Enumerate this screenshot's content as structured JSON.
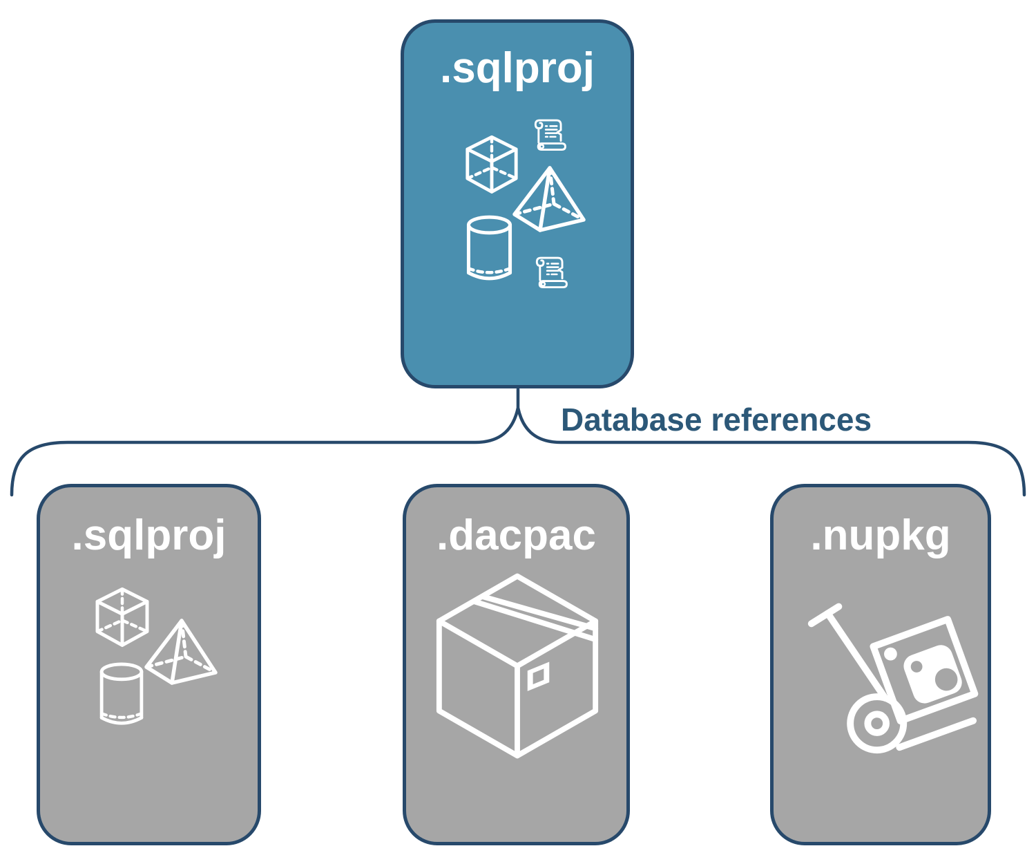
{
  "connector": {
    "label": "Database references"
  },
  "nodes": {
    "root": {
      "label": ".sqlproj",
      "icons": [
        "cube-icon",
        "scroll-icon",
        "pyramid-icon",
        "database-cylinder-icon",
        "scroll-icon"
      ]
    },
    "children": [
      {
        "label": ".sqlproj",
        "icons": [
          "cube-icon",
          "pyramid-icon",
          "database-cylinder-icon"
        ]
      },
      {
        "label": ".dacpac",
        "icons": [
          "package-box-icon"
        ]
      },
      {
        "label": ".nupkg",
        "icons": [
          "nuget-handtruck-icon"
        ]
      }
    ]
  },
  "colors": {
    "root_fill": "#4A8FAF",
    "child_fill": "#A6A6A6",
    "border": "#27496B",
    "label_text": "#2C5878",
    "icon_stroke": "#FFFFFF",
    "background": "#FFFFFF"
  }
}
